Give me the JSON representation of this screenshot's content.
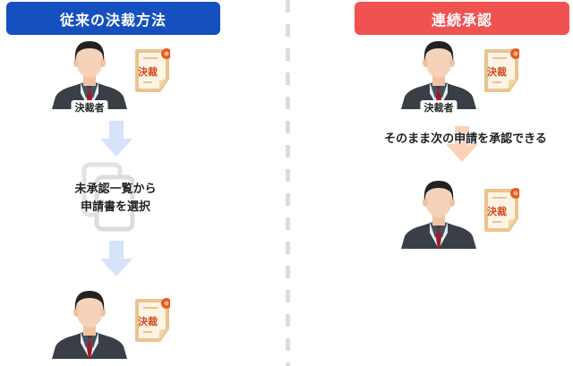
{
  "colors": {
    "left_header": "#1550c0",
    "right_header": "#f05252",
    "arrow_blue": "#d5e4fb",
    "arrow_orange": "#fbd2b8",
    "doc_fill": "#fdf4e6",
    "doc_border": "#e9c48f",
    "doc_text": "#d24a1e",
    "badge": "#e85a1e",
    "divider": "#dcdcdc"
  },
  "left": {
    "title": "従来の決裁方法",
    "approver_label": "決裁者",
    "doc_label": "決裁",
    "step_caption_line1": "未承認一覧から",
    "step_caption_line2": "申請書を選択",
    "doc_label_bottom": "決裁"
  },
  "right": {
    "title": "連続承認",
    "approver_label": "決裁者",
    "doc_label": "決裁",
    "step_caption": "そのまま次の申請を承認できる",
    "doc_label_bottom": "決裁"
  }
}
